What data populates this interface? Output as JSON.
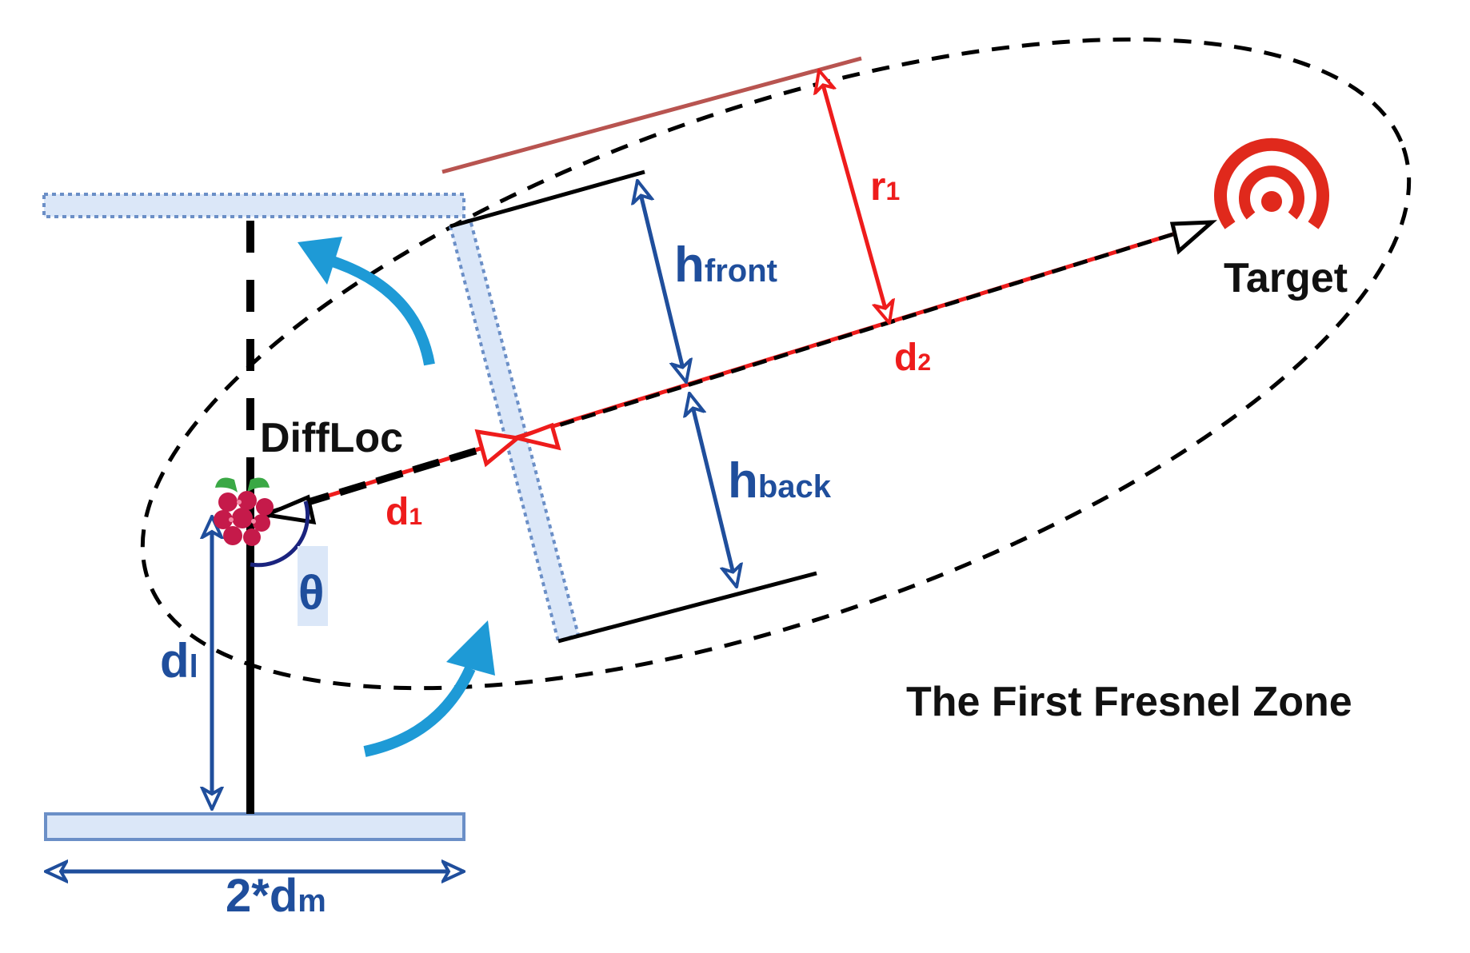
{
  "labels": {
    "device": "DiffLoc",
    "target": "Target",
    "zone": "The First Fresnel Zone",
    "r1_main": "r",
    "r1_sub": "1",
    "d1_main": "d",
    "d1_sub": "1",
    "d2_main": "d",
    "d2_sub": "2",
    "hfront_main": "h",
    "hfront_sub": "front",
    "hback_main": "h",
    "hback_sub": "back",
    "theta": "θ",
    "dl_main": "d",
    "dl_sub": "l",
    "dm_prefix": "2*d",
    "dm_sub": "m"
  },
  "icons": {
    "device": "raspberry-pi-icon",
    "target": "radio-target-icon"
  },
  "colors": {
    "red": "#ee1c1c",
    "blue": "#1f4e9c",
    "light_blue": "#1e9ad6",
    "panel_fill": "#dbe7f8",
    "panel_stroke": "#6b8fc7",
    "mirror_brown": "#b85450",
    "theta_arc": "#1a237e",
    "black": "#000000"
  }
}
